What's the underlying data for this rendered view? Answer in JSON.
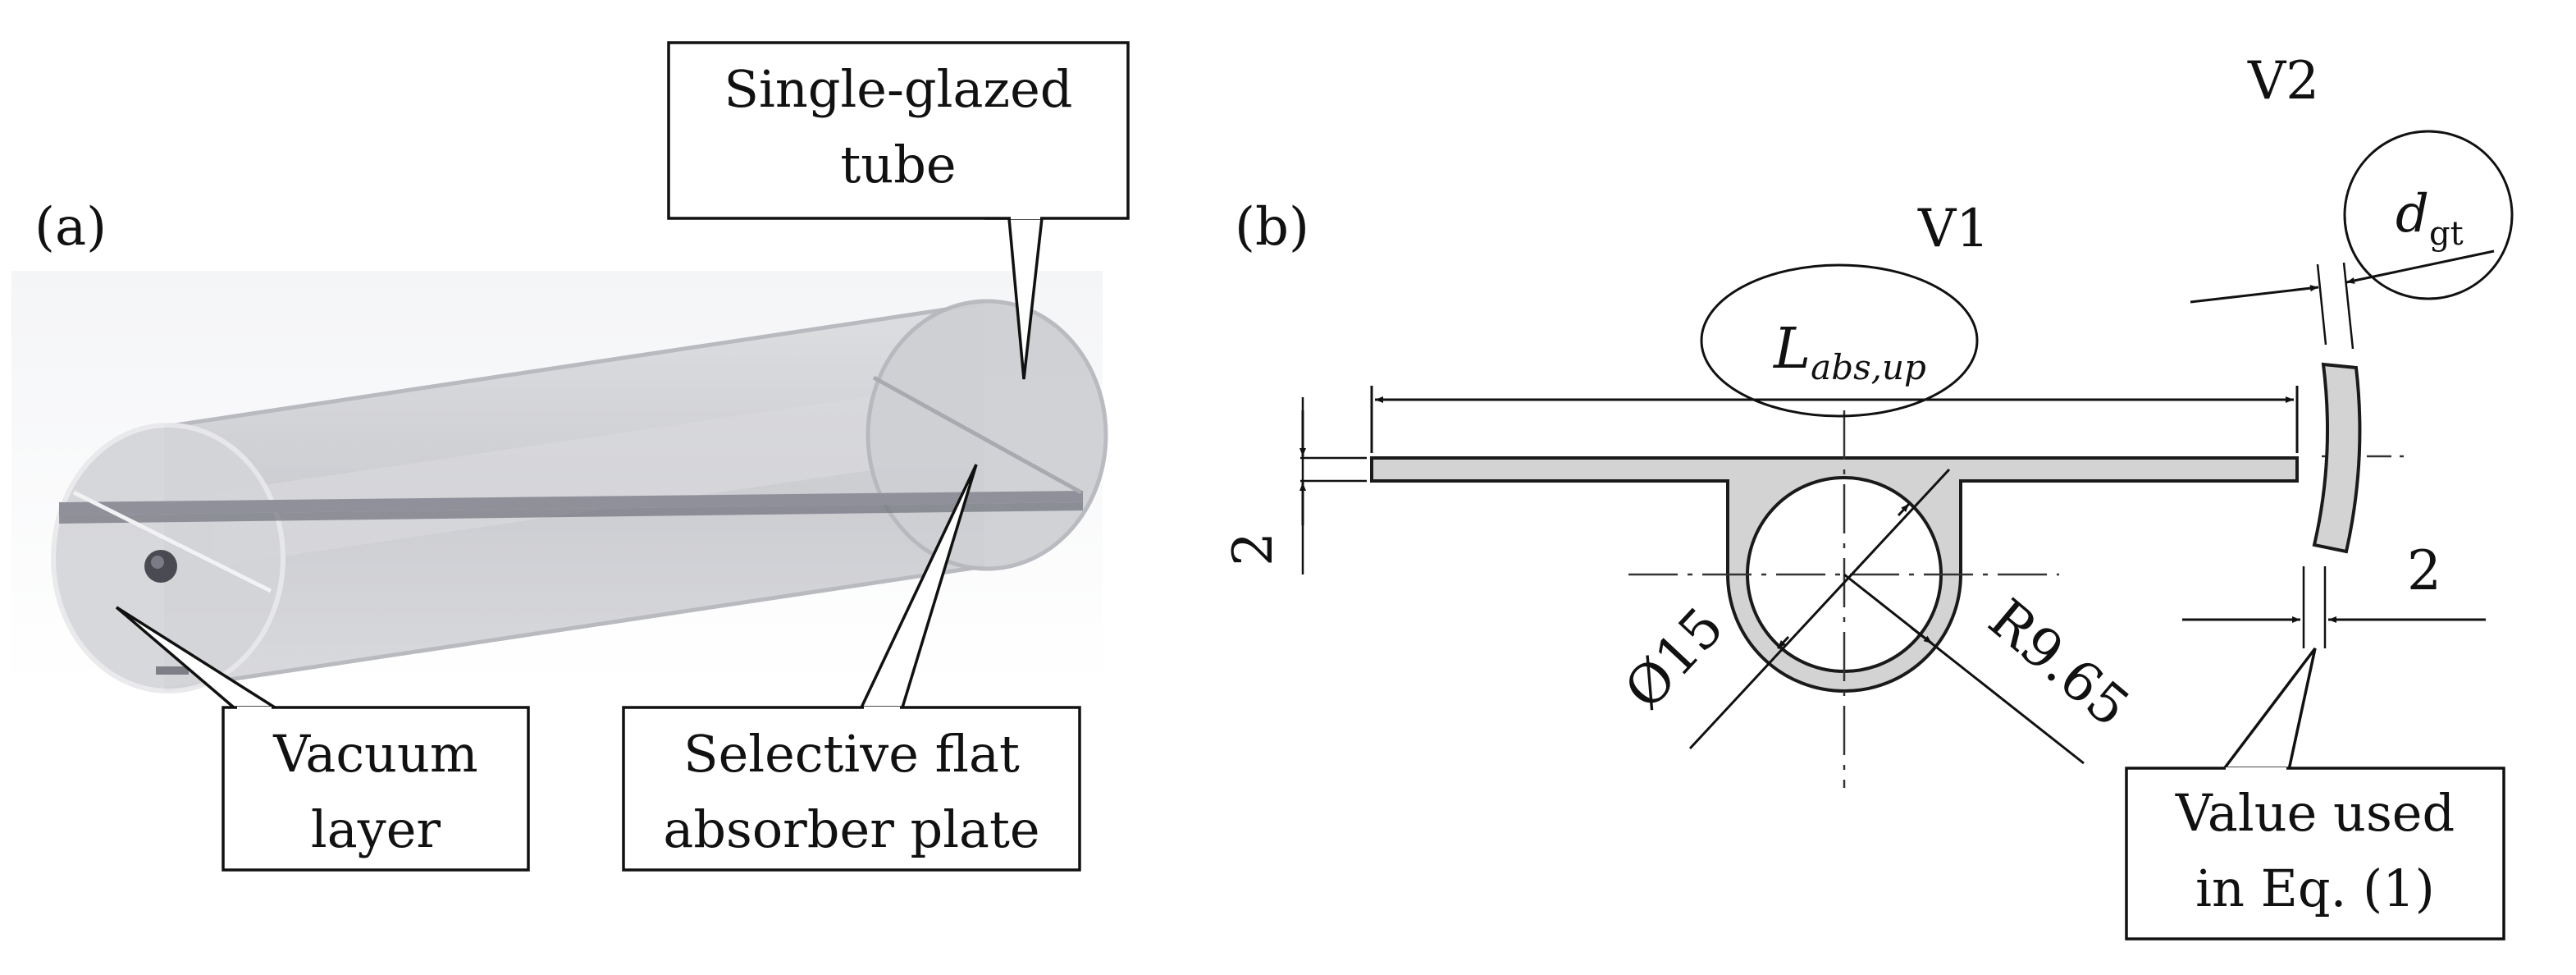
{
  "panel_a": {
    "panel_label": "(a)",
    "callouts": {
      "tube": [
        "Single-glazed",
        "tube"
      ],
      "vacuum": [
        "Vacuum",
        "layer"
      ],
      "absorber": [
        "Selective flat",
        "absorber plate"
      ]
    },
    "colors": {
      "tube_gray": "#cfd0d4",
      "plate": "#8f909a",
      "background_fade": "#f1f2f4"
    }
  },
  "panel_b": {
    "panel_label": "(b)",
    "view1_label": "V1",
    "view2_label": "V2",
    "dim_length_main": "L",
    "dim_length_sub": "abs,up",
    "dim_gt_main": "d",
    "dim_gt_sub": "gt",
    "dim_plate_thickness": "2",
    "dim_glass_thickness": "2",
    "dim_diameter": "Ø15",
    "dim_radius": "R9.65",
    "callout_value": [
      "Value used",
      "in Eq. (1)"
    ],
    "colors": {
      "section_fill": "#d3d3d3",
      "outline": "#1a1a1a"
    }
  }
}
